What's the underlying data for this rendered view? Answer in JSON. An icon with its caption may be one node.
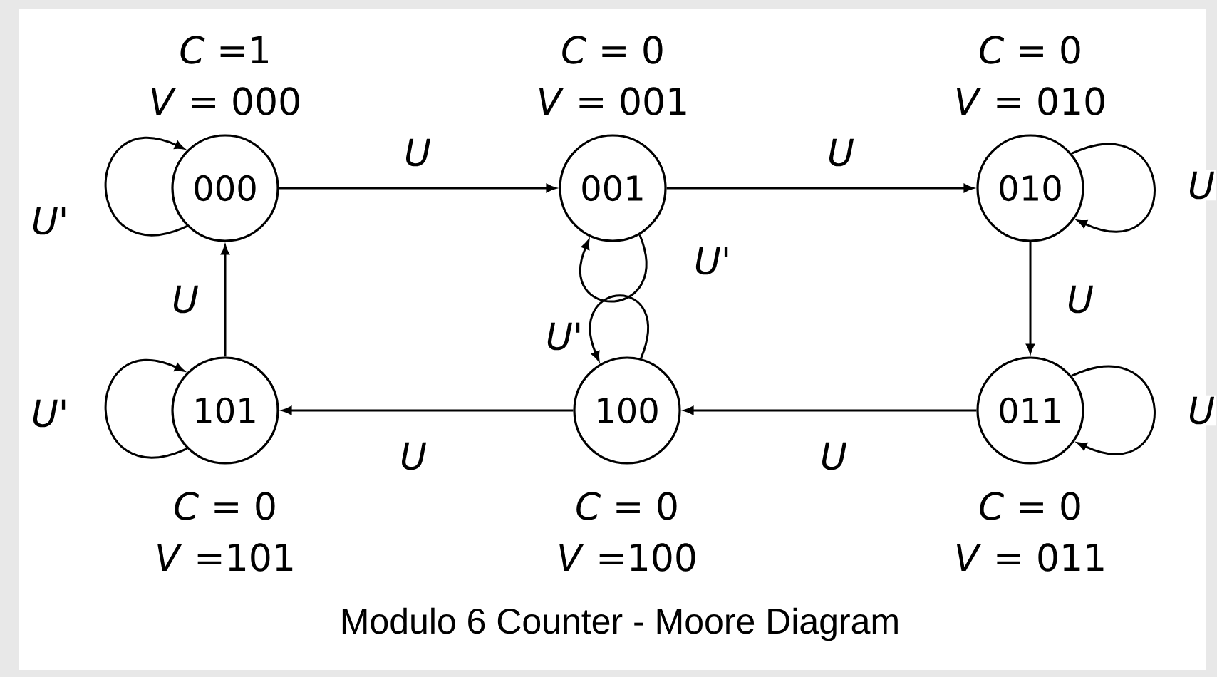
{
  "diagram": {
    "caption": "Modulo 6 Counter - Moore Diagram",
    "nodes": [
      {
        "text": [
          "000"
        ],
        "beside": [
          "*C* =1",
          "*V* = 000"
        ]
      },
      {
        "text": [
          "001"
        ],
        "beside": [
          "*C* = 0",
          "*V* = 001"
        ]
      },
      {
        "text": [
          "010"
        ],
        "beside": [
          "*C* = 0",
          "*V* = 010"
        ]
      },
      {
        "text": [
          "011"
        ],
        "beside": [
          "*C* = 0",
          "*V* = 011"
        ]
      },
      {
        "text": [
          "100"
        ],
        "beside": [
          "*C* = 0",
          "*V* =100"
        ]
      },
      {
        "text": [
          "101"
        ],
        "beside": [
          "*C* = 0",
          "*V* =101"
        ]
      }
    ],
    "edges": [
      {
        "from": 0,
        "to": 1,
        "arrow": "to",
        "label": "*U*"
      },
      {
        "from": 1,
        "to": 2,
        "arrow": "to",
        "label": "*U*"
      },
      {
        "from": 2,
        "to": 3,
        "arrow": "to",
        "label": "*U*"
      },
      {
        "from": 3,
        "to": 4,
        "arrow": "to",
        "label": "*U*"
      },
      {
        "from": 4,
        "to": 5,
        "arrow": "to",
        "label": "*U*"
      },
      {
        "from": 5,
        "to": 0,
        "arrow": "to",
        "label": "*U*"
      },
      {
        "from": 0,
        "to": 0,
        "arrow": "to",
        "label": "*U'*"
      },
      {
        "from": 1,
        "to": 1,
        "arrow": "to",
        "label": "*U'*"
      },
      {
        "from": 2,
        "to": 2,
        "arrow": "to",
        "label": "*U*"
      },
      {
        "from": 3,
        "to": 3,
        "arrow": "to",
        "label": "*U*"
      },
      {
        "from": 4,
        "to": 4,
        "arrow": "to",
        "label": "*U'*"
      },
      {
        "from": 5,
        "to": 5,
        "arrow": "to",
        "label": "*U'*"
      }
    ]
  }
}
